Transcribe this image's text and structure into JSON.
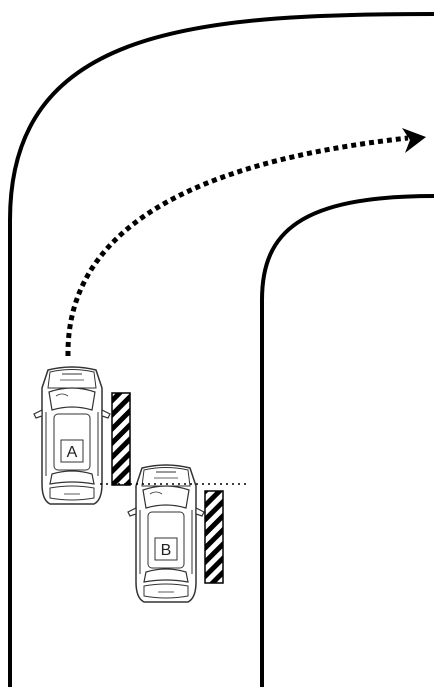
{
  "diagram": {
    "cars": [
      {
        "id": "car-a",
        "label": "A"
      },
      {
        "id": "car-b",
        "label": "B"
      }
    ],
    "colors": {
      "road_edge": "#000000",
      "path_arrow": "#000000",
      "car_outline": "#333333",
      "stripe_dark": "#000000",
      "stripe_light": "#ffffff",
      "alignment_line": "#000000"
    },
    "icons": {
      "car": "car-top-view-icon",
      "marker": "striped-post-icon",
      "arrow": "arrowhead-icon"
    }
  }
}
